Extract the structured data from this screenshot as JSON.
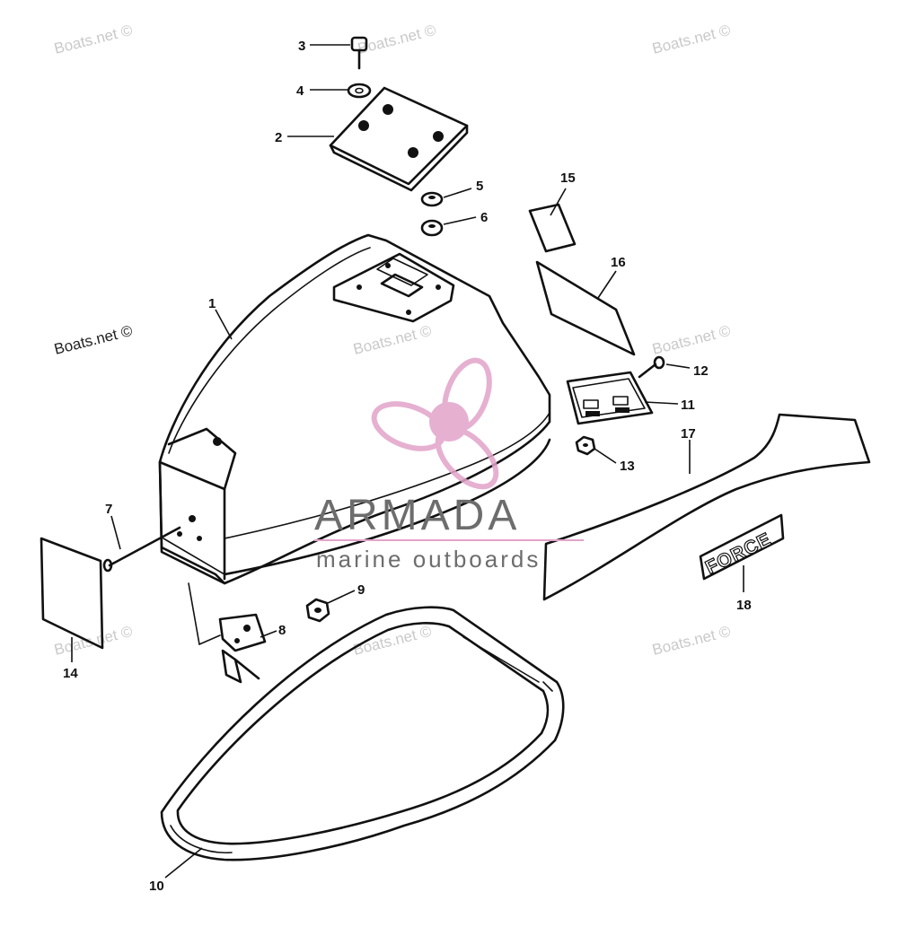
{
  "watermarks": [
    {
      "text": "Boats.net ©",
      "dark": false
    },
    {
      "text": "Boats.net ©",
      "dark": false
    },
    {
      "text": "Boats.net ©",
      "dark": false
    },
    {
      "text": "Boats.net ©",
      "dark": true
    },
    {
      "text": "Boats.net ©",
      "dark": false
    },
    {
      "text": "Boats.net ©",
      "dark": false
    },
    {
      "text": "Boats.net ©",
      "dark": false
    },
    {
      "text": "Boats.net ©",
      "dark": false
    },
    {
      "text": "Boats.net ©",
      "dark": false
    }
  ],
  "brand": {
    "name": "ARMADA",
    "tagline": "marine outboards",
    "logo_color": "#e2a3c9",
    "text_color": "#6d6d6d"
  },
  "decal_text": "FORCE",
  "callouts": [
    "1",
    "2",
    "3",
    "4",
    "5",
    "6",
    "7",
    "8",
    "9",
    "10",
    "11",
    "12",
    "13",
    "14",
    "15",
    "16",
    "17",
    "18"
  ]
}
